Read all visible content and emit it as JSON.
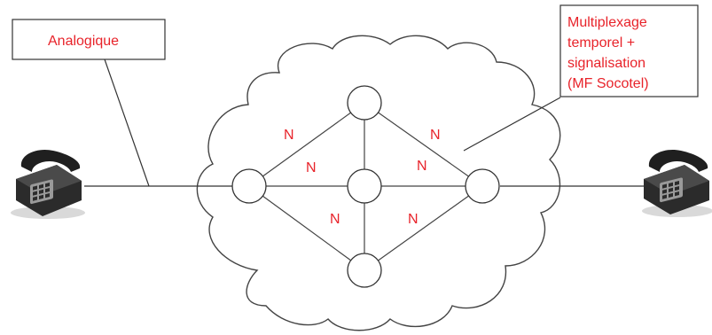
{
  "labels": {
    "access": "Analogique",
    "network_lines": [
      "Multiplexage",
      "temporel +",
      "signalisation",
      "(MF Socotel)"
    ],
    "link_marker": "N"
  },
  "colors": {
    "text_accent": "#e8232a",
    "stroke": "#333333",
    "cloud_stroke": "#444444",
    "phone_body": "#2b2b2b",
    "phone_highlight": "#9a9a9a"
  },
  "icons": {
    "left_terminal": "telephone-icon",
    "right_terminal": "telephone-icon"
  }
}
